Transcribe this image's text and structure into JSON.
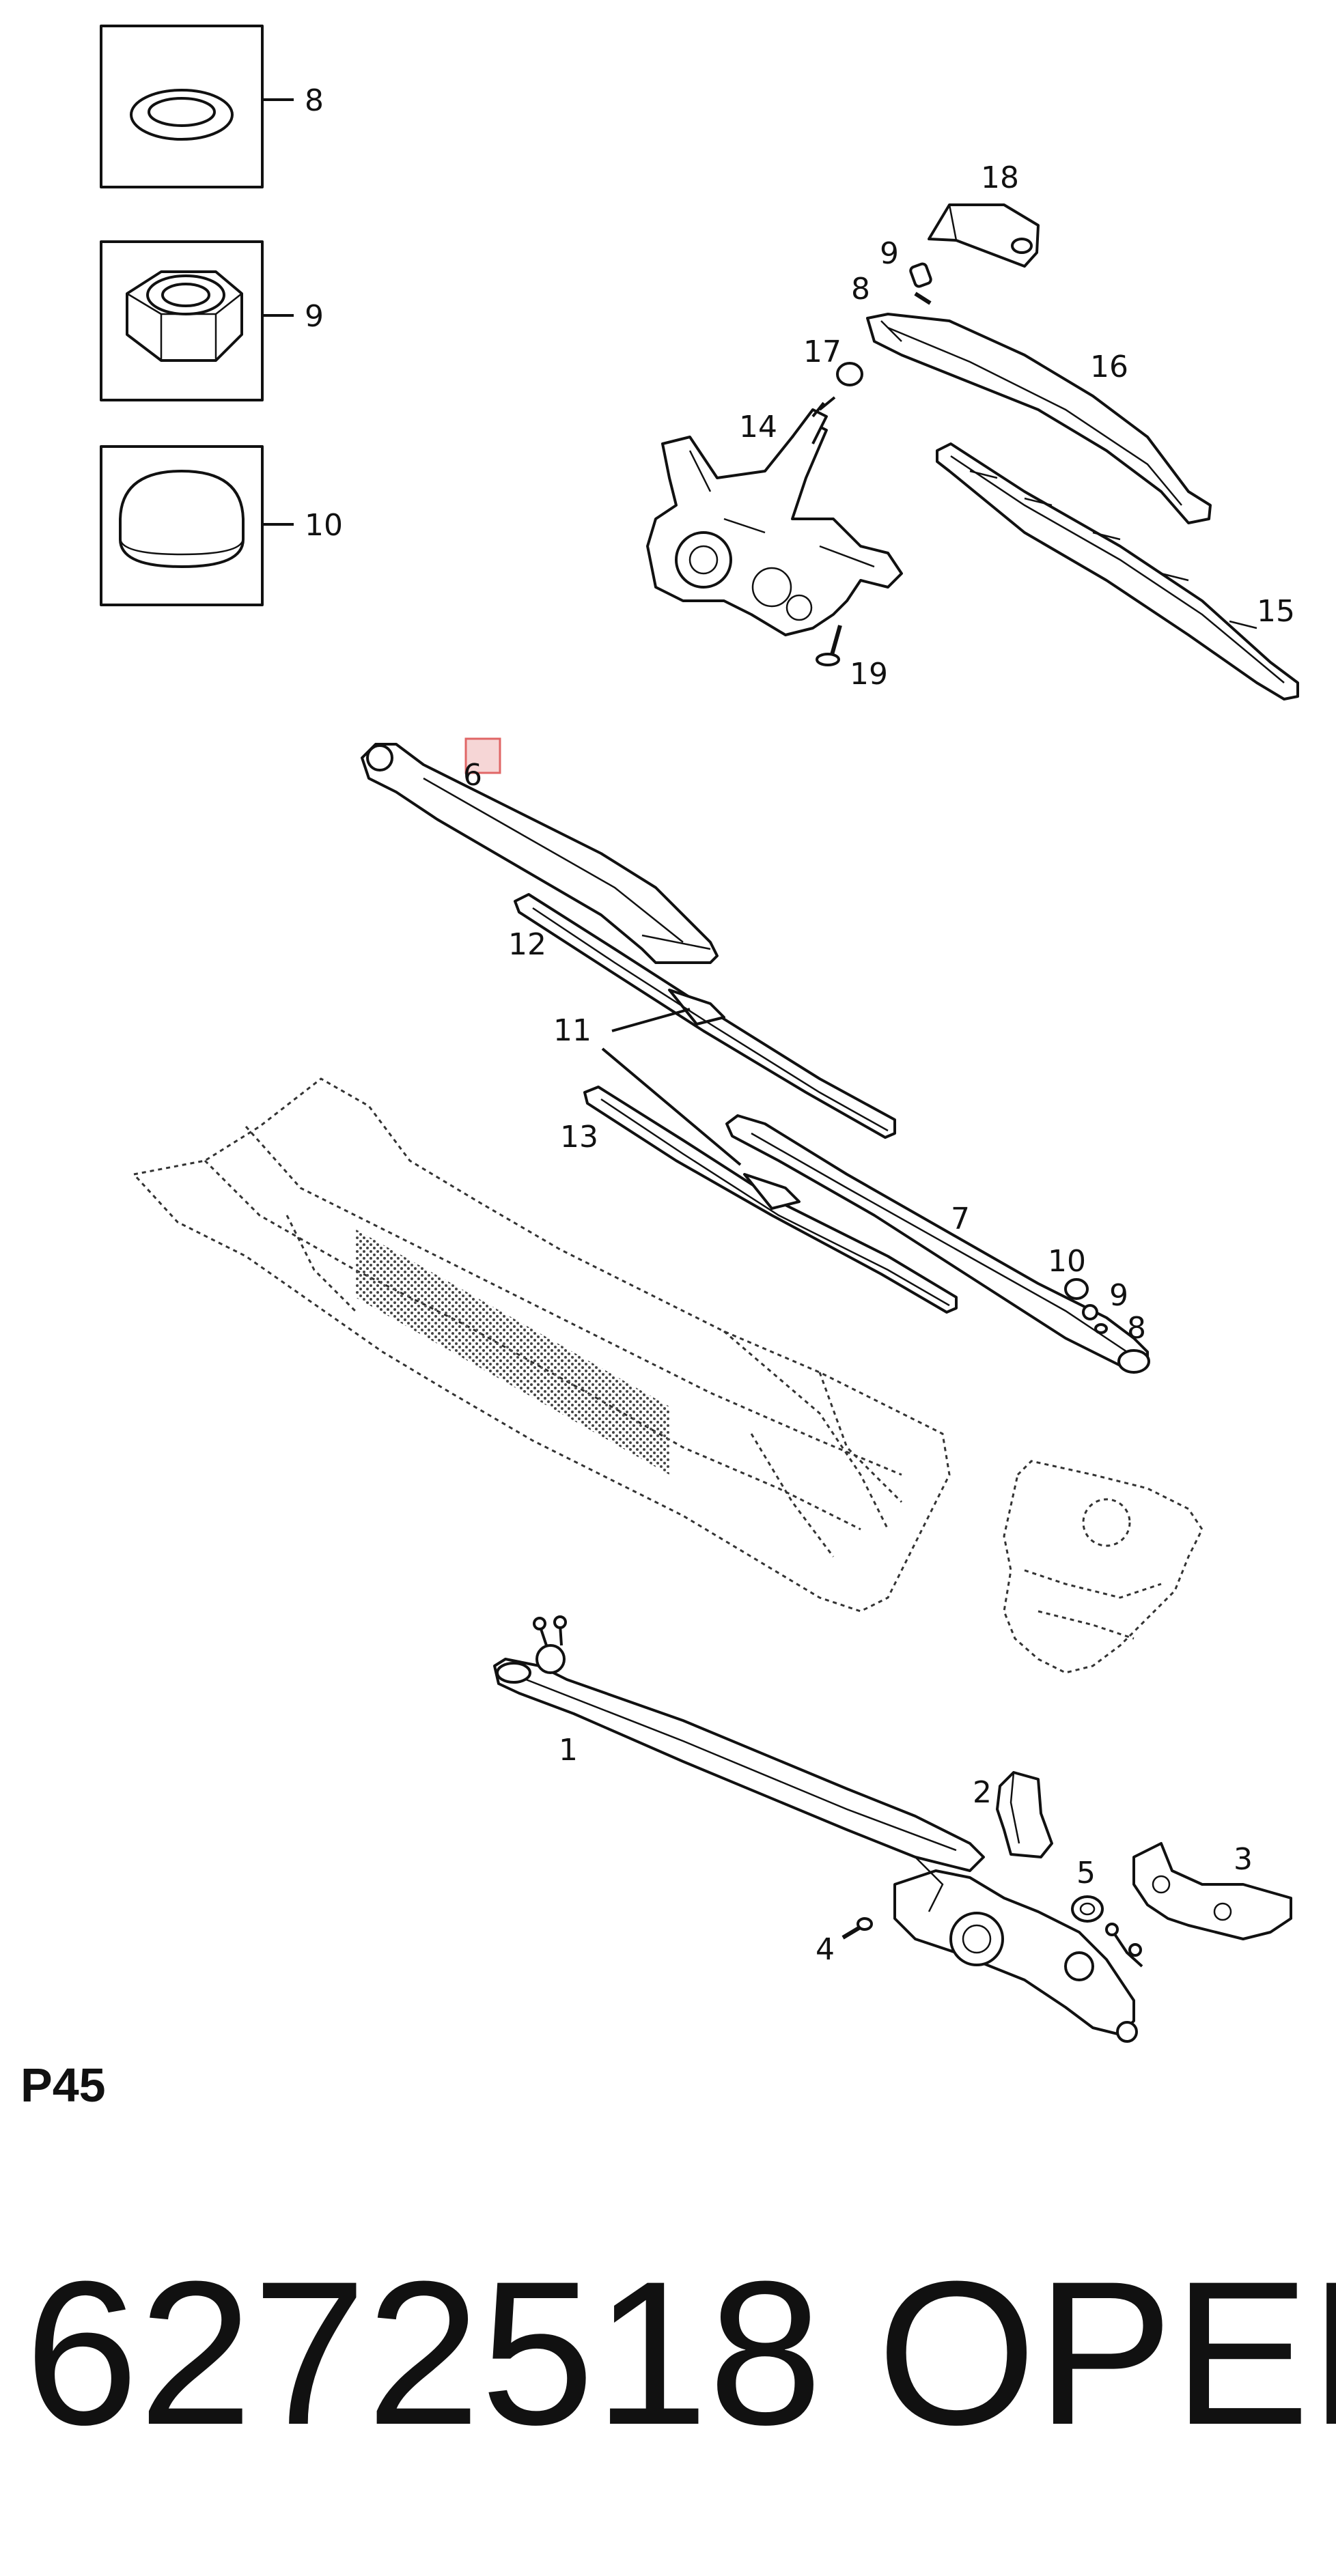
{
  "diagram": {
    "callouts": [
      {
        "id": "c8a",
        "label": "8"
      },
      {
        "id": "c9a",
        "label": "9"
      },
      {
        "id": "c10a",
        "label": "10"
      },
      {
        "id": "c18",
        "label": "18"
      },
      {
        "id": "c9b",
        "label": "9"
      },
      {
        "id": "c8b",
        "label": "8"
      },
      {
        "id": "c17",
        "label": "17"
      },
      {
        "id": "c16",
        "label": "16"
      },
      {
        "id": "c14",
        "label": "14"
      },
      {
        "id": "c19",
        "label": "19"
      },
      {
        "id": "c15",
        "label": "15"
      },
      {
        "id": "c6",
        "label": "6"
      },
      {
        "id": "c12",
        "label": "12"
      },
      {
        "id": "c11",
        "label": "11"
      },
      {
        "id": "c13",
        "label": "13"
      },
      {
        "id": "c7",
        "label": "7"
      },
      {
        "id": "c10b",
        "label": "10"
      },
      {
        "id": "c9c",
        "label": "9"
      },
      {
        "id": "c8c",
        "label": "8"
      },
      {
        "id": "c1",
        "label": "1"
      },
      {
        "id": "c2",
        "label": "2"
      },
      {
        "id": "c3",
        "label": "3"
      },
      {
        "id": "c5",
        "label": "5"
      },
      {
        "id": "c4",
        "label": "4"
      }
    ],
    "page_code": "P45",
    "part_number": "6272518",
    "brand": "OPEL",
    "highlight_color": "#e06666"
  }
}
